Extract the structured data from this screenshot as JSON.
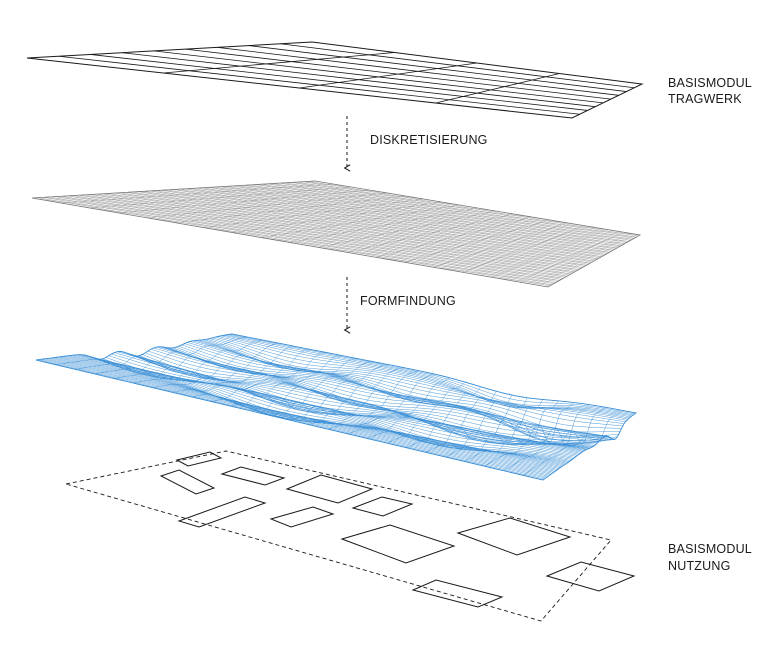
{
  "labels": {
    "top_layer_line1": "BASISMODUL",
    "top_layer_line2": "TRAGWERK",
    "step_1": "DISKRETISIERUNG",
    "step_2": "FORMFINDUNG",
    "bottom_layer_line1": "BASISMODUL",
    "bottom_layer_line2": "NUTZUNG"
  },
  "colors": {
    "line": "#1a1a1a",
    "mesh_grey": "#9a9a9a",
    "mesh_blue": "#3a8fd6"
  }
}
